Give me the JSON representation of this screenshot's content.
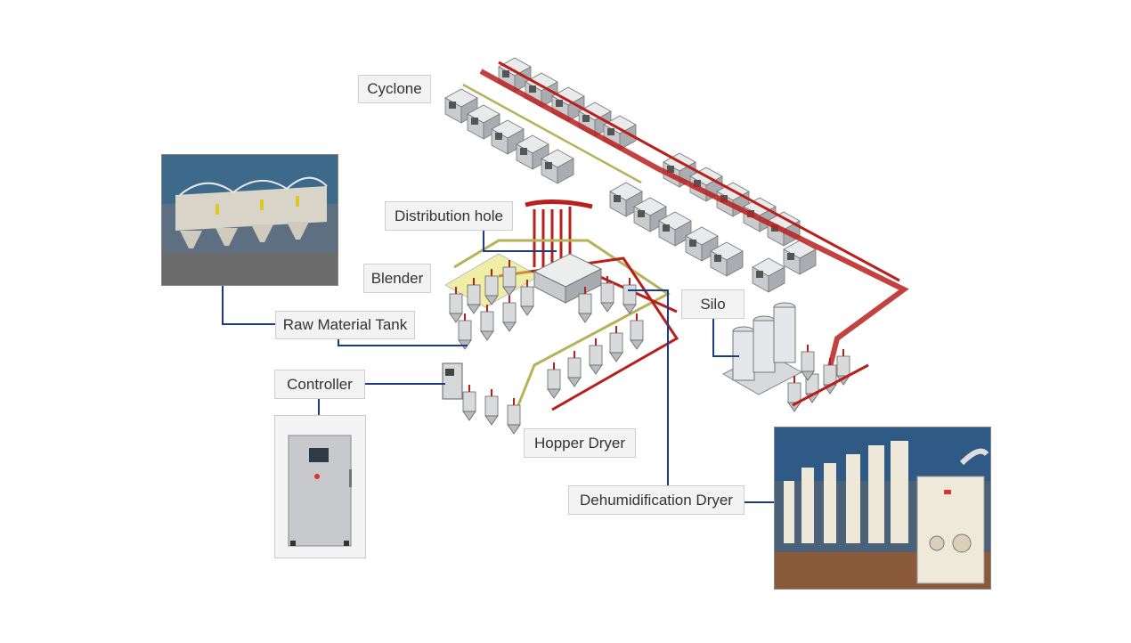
{
  "labels": {
    "cyclone": "Cyclone",
    "distribution_hole": "Distribution hole",
    "blender": "Blender",
    "raw_material_tank": "Raw Material Tank",
    "silo": "Silo",
    "controller": "Controller",
    "hopper_dryer": "Hopper Dryer",
    "dehumidification_dryer": "Dehumidification Dryer"
  },
  "colors": {
    "leader_line": "#1a3a8c",
    "pipe_red": "#b8201c",
    "pipe_olive": "#b5b25a",
    "machine_gray": "#9a9da2"
  }
}
